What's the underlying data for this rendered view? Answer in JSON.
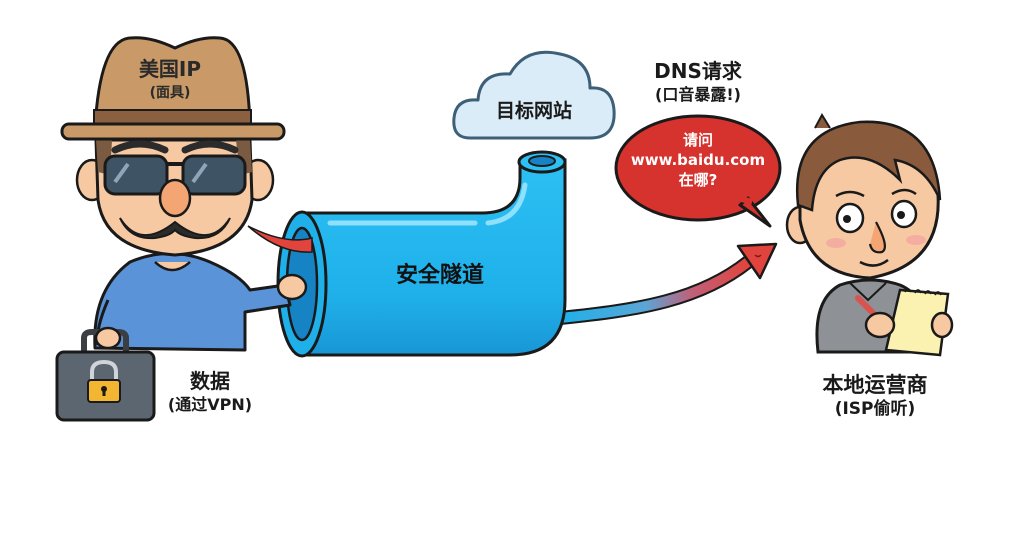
{
  "disguised_user": {
    "hat_label": "美国IP",
    "hat_sublabel": "(面具)",
    "briefcase_label": "数据",
    "briefcase_sublabel": "(通过VPN)"
  },
  "target_site": {
    "label": "目标网站"
  },
  "tunnel": {
    "label": "安全隧道"
  },
  "dns_request": {
    "title": "DNS请求",
    "subtitle": "(口音暴露!)",
    "bubble_line1": "请问",
    "bubble_line2": "www.baidu.com",
    "bubble_line3": "在哪?"
  },
  "isp": {
    "label": "本地运营商",
    "sublabel": "(ISP偷听)"
  },
  "colors": {
    "tunnel_blue": "#1fb0ea",
    "tunnel_dark": "#1684c4",
    "bubble_red": "#d6322e",
    "hat_brown": "#c99a68",
    "shirt_blue": "#5b93d8",
    "skin": "#f6c9a3",
    "isp_shirt": "#8e9296",
    "cloud_fill": "#d9ecf7",
    "briefcase": "#5c6670",
    "lock_gold": "#f2b632"
  }
}
